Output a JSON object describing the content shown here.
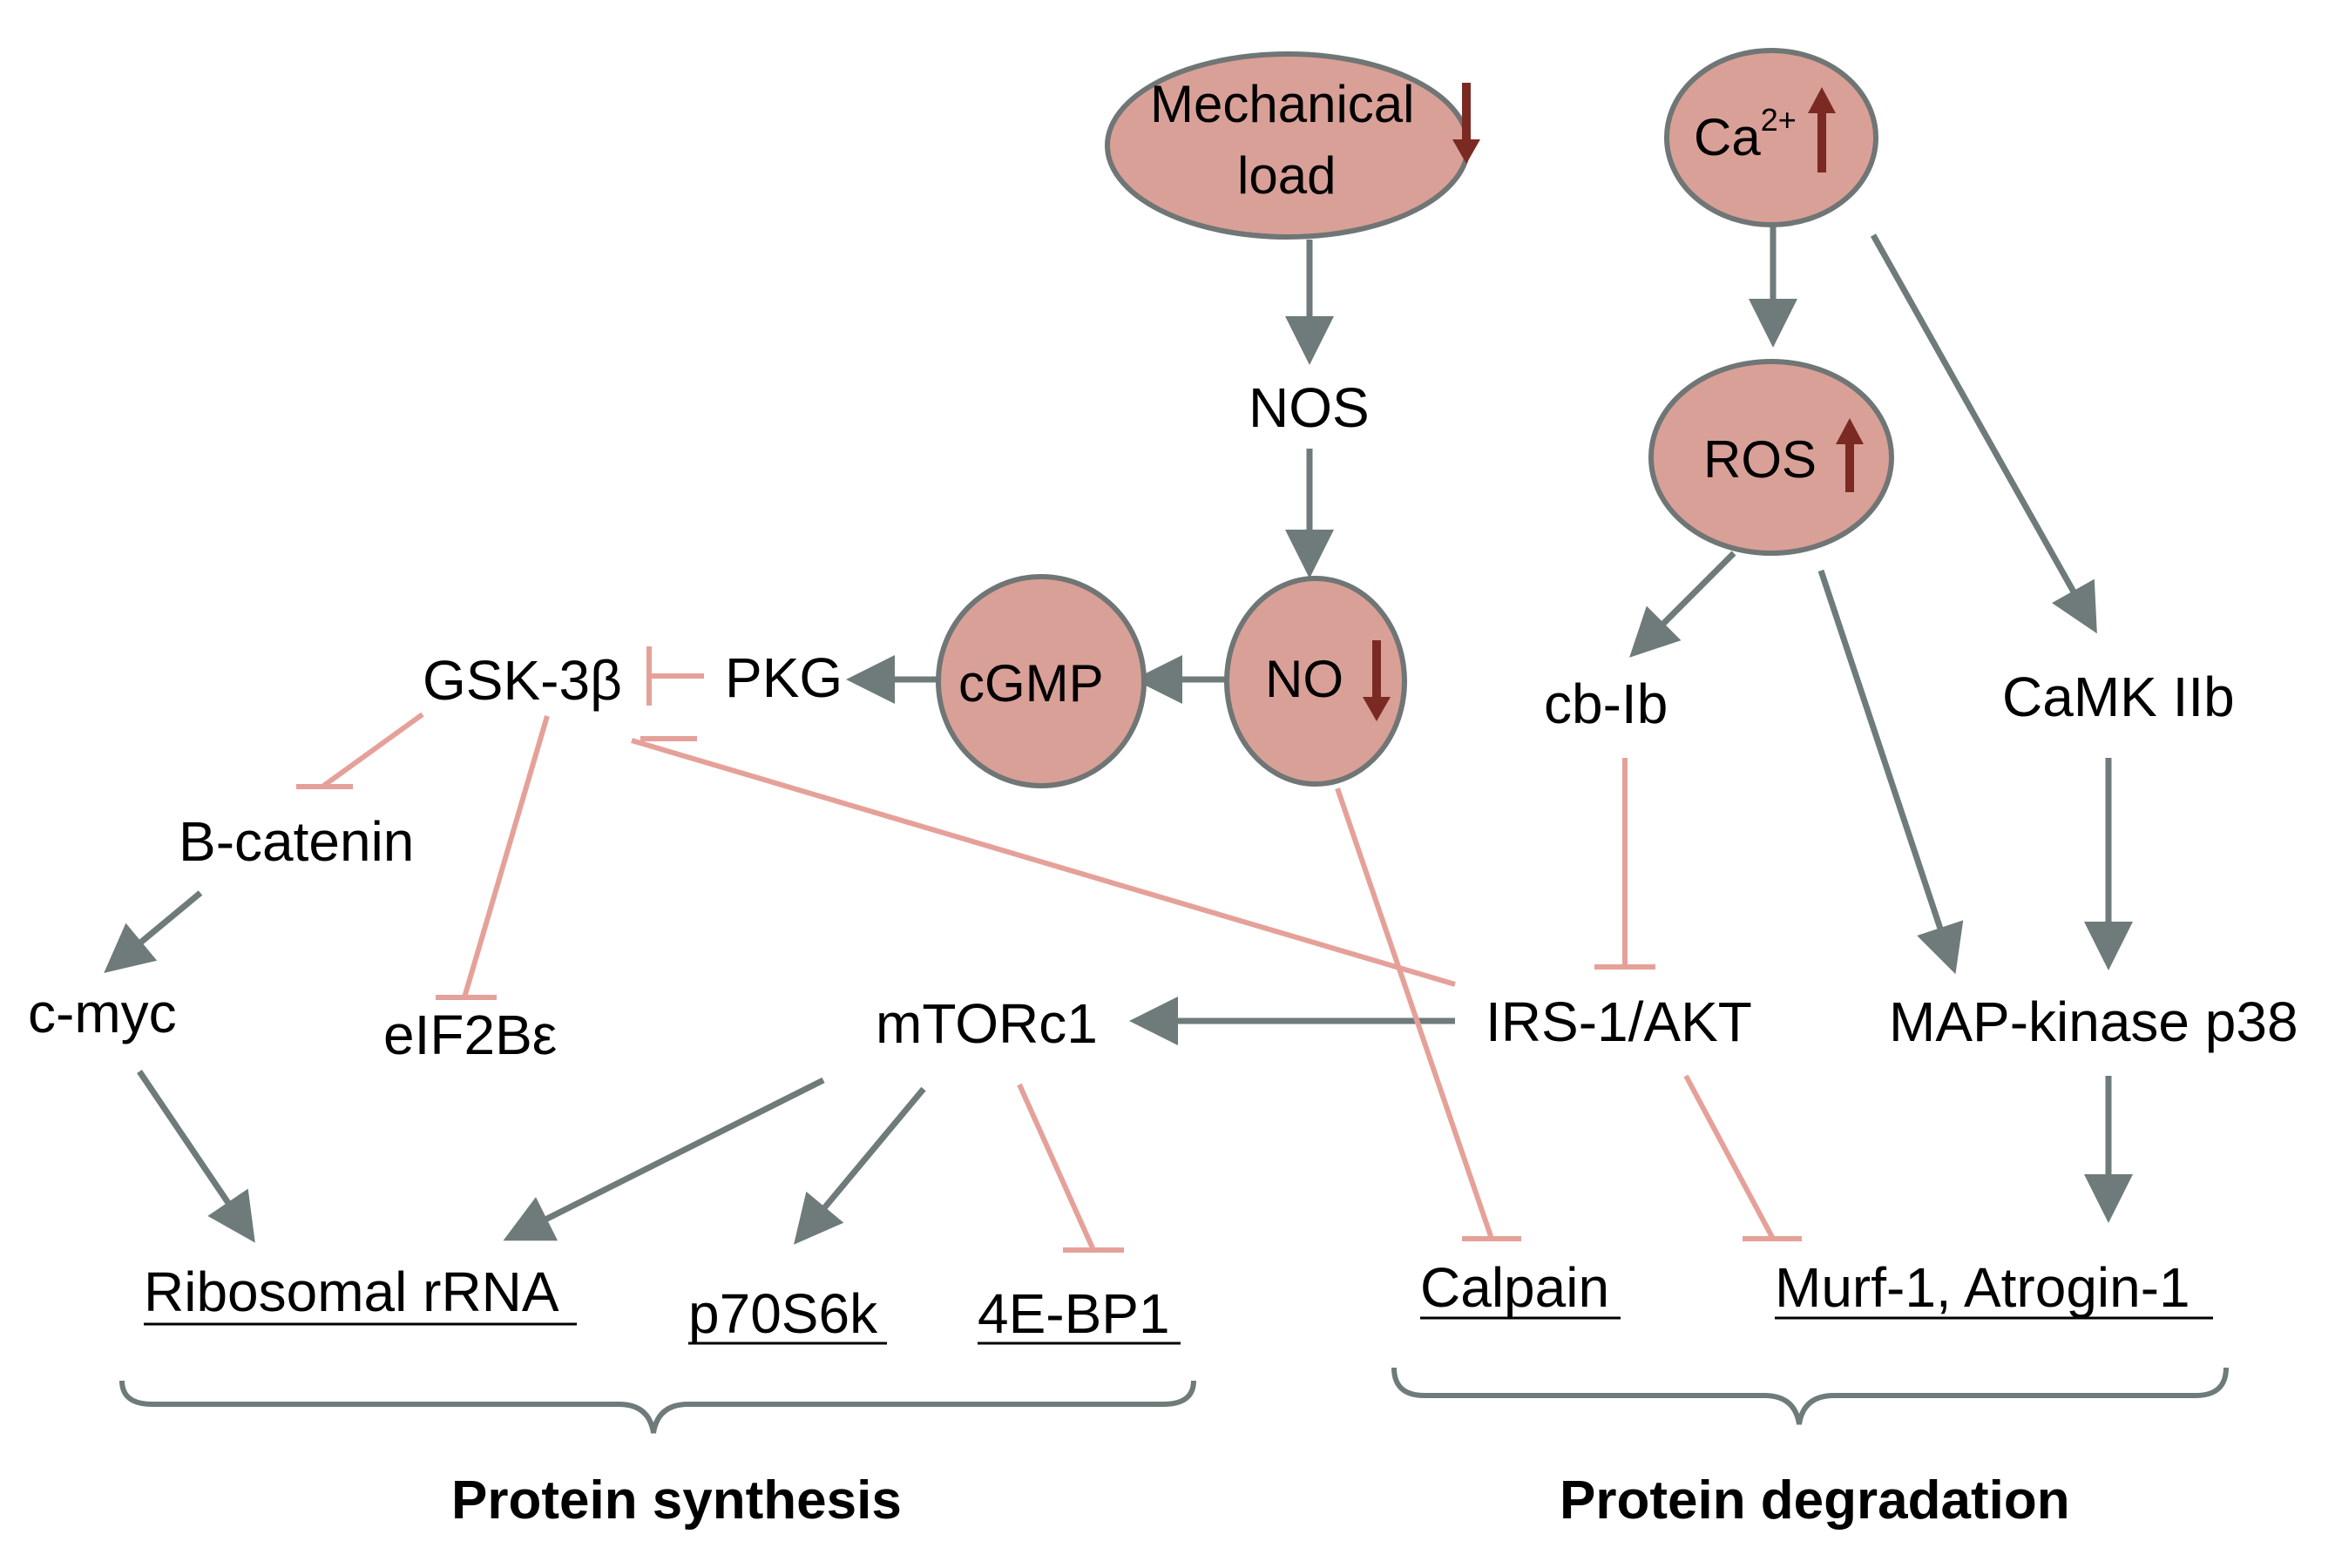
{
  "colors": {
    "node_fill": "#d9a098",
    "node_stroke": "#6f7675",
    "activation": "#6e7b7a",
    "inhibition": "#e5a199",
    "indicator_arrow": "#7a2a22"
  },
  "nodes": {
    "mechanical_load": {
      "line1": "Mechanical",
      "line2": "load",
      "indicator": "down"
    },
    "ca": {
      "label": "Ca",
      "sup": "2+",
      "indicator": "up"
    },
    "ros": {
      "label": "ROS",
      "indicator": "up"
    },
    "no": {
      "label": "NO",
      "indicator": "down"
    },
    "cgmp": {
      "label": "cGMP"
    }
  },
  "labels": {
    "nos": "NOS",
    "pkg": "PKG",
    "gsk3b": "GSK-3β",
    "cblb": "cb-Ib",
    "camk": "CaMK IIb",
    "bcatenin": "B-catenin",
    "cmyc": "c-myc",
    "eif2be": "eIF2Bε",
    "mtorc1": "mTORc1",
    "irs1akt": "IRS-1/AKT",
    "mapk": "MAP-kinase p38"
  },
  "outputs": {
    "ribosomal": "Ribosomal rRNA",
    "p70s6k": "p70S6k",
    "ebp1": "4E-BP1",
    "calpain": "Calpain",
    "murf": "Murf-1, Atrogin-1"
  },
  "groups": {
    "synthesis": "Protein synthesis",
    "degradation": "Protein degradation"
  }
}
